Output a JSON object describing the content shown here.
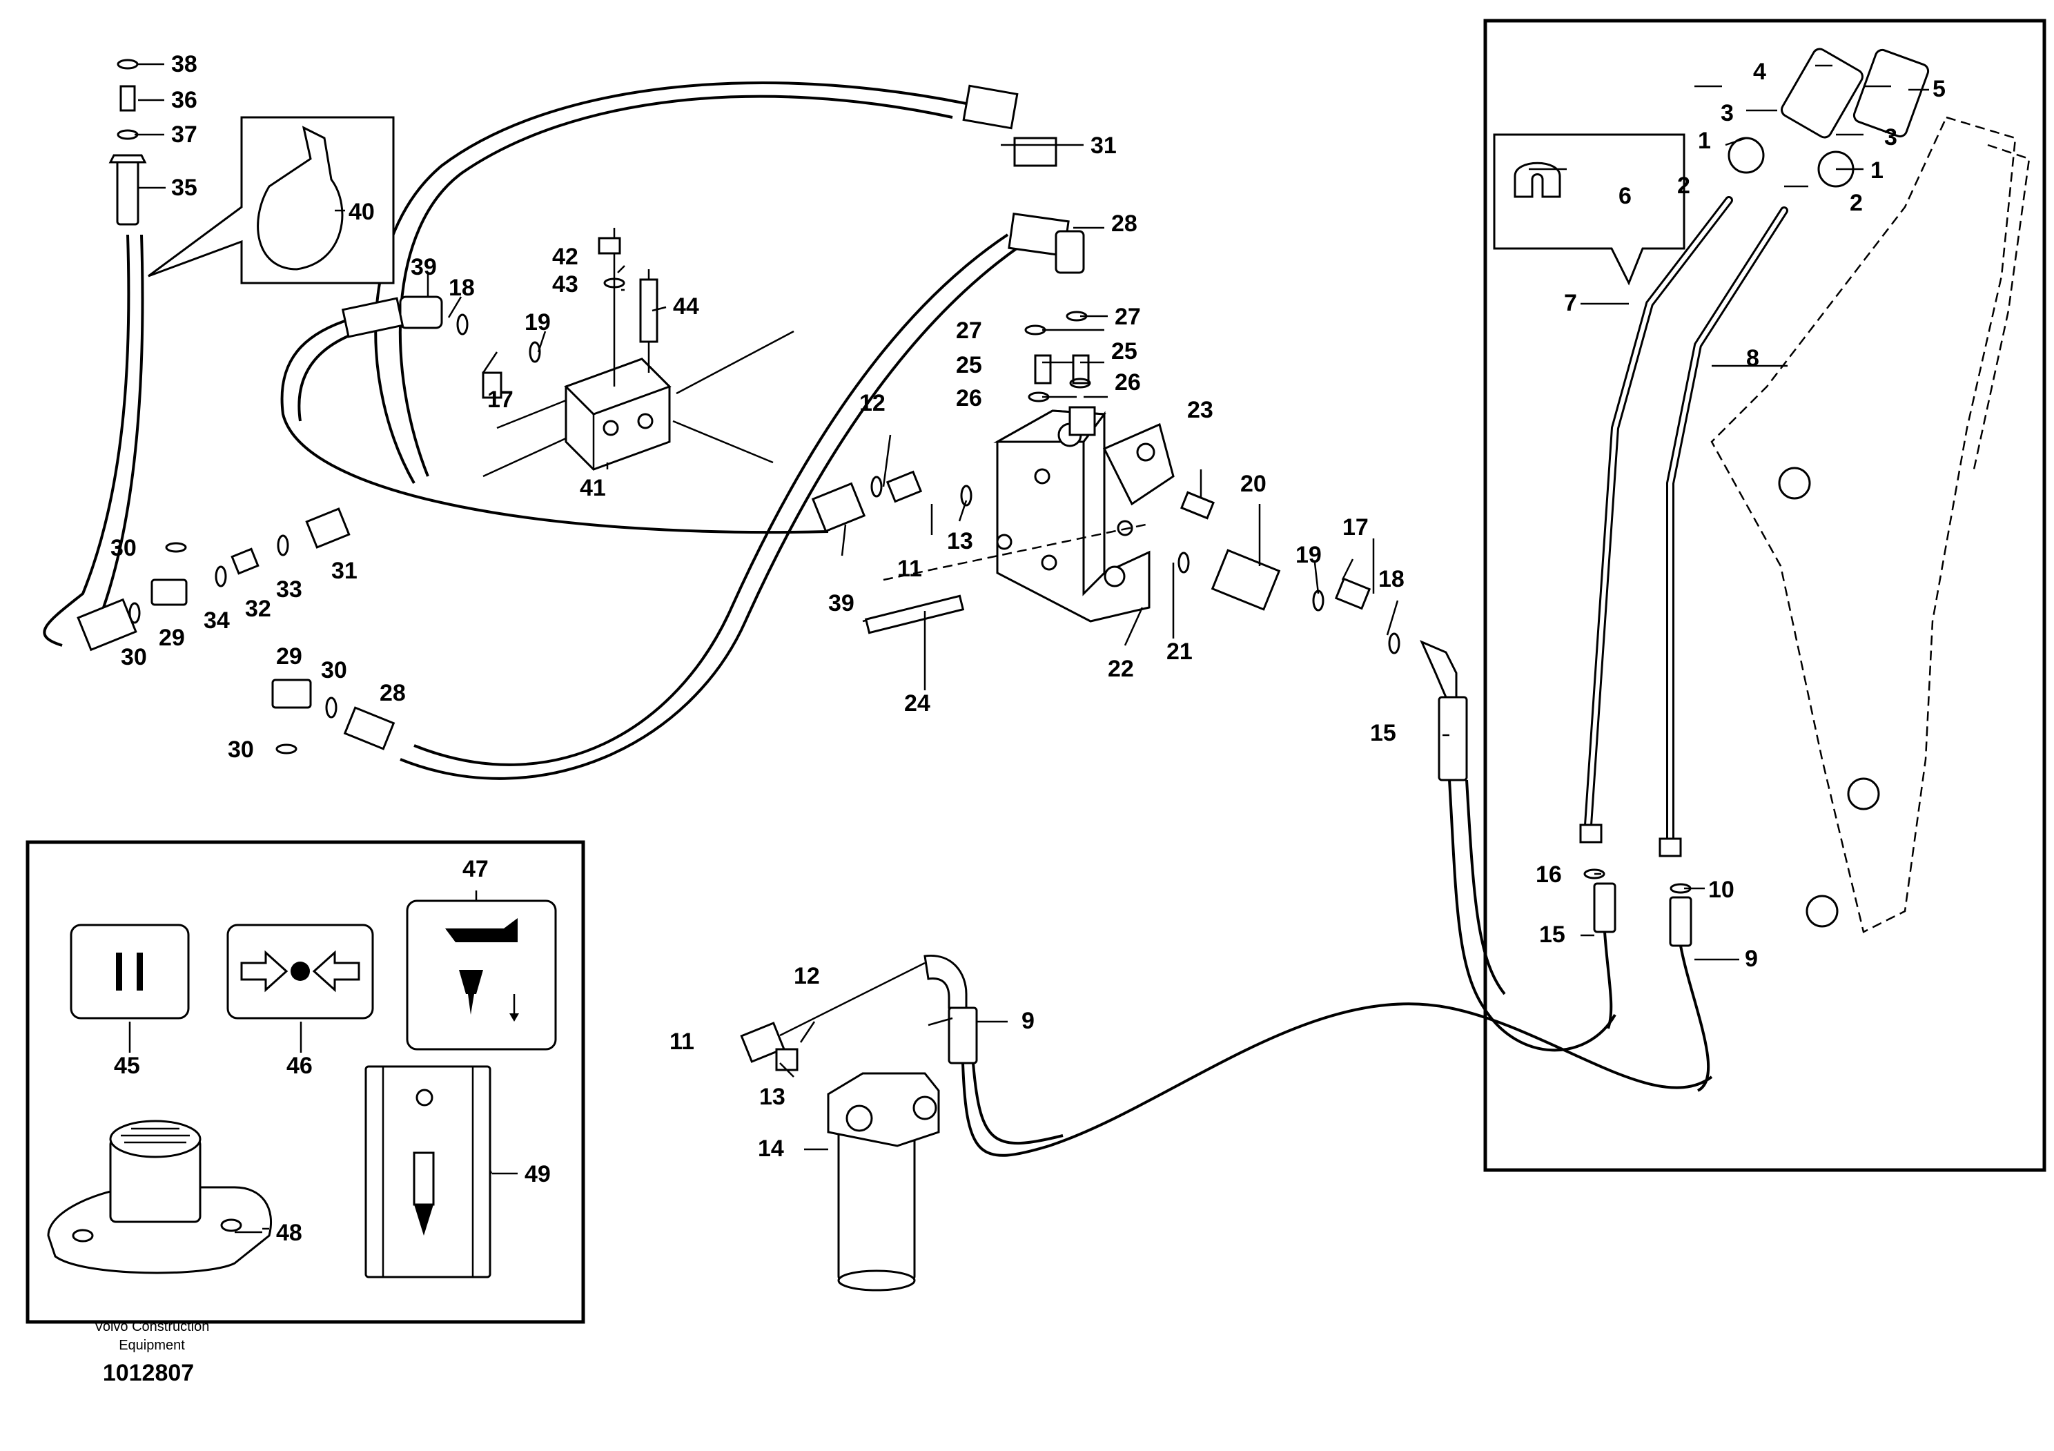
{
  "diagram": {
    "labels": [
      "1",
      "2",
      "3",
      "4",
      "5",
      "6",
      "7",
      "8",
      "9",
      "10",
      "11",
      "12",
      "13",
      "14",
      "15",
      "16",
      "17",
      "18",
      "19",
      "20",
      "21",
      "22",
      "23",
      "24",
      "25",
      "26",
      "27",
      "28",
      "29",
      "30",
      "31",
      "32",
      "33",
      "34",
      "35",
      "36",
      "37",
      "38",
      "39",
      "40",
      "41",
      "42",
      "43",
      "44",
      "45",
      "46",
      "47",
      "48",
      "49"
    ],
    "footer": {
      "company_line1": "Volvo Construction",
      "company_line2": "Equipment",
      "drawing_number": "1012807"
    },
    "icons": {
      "pause": "pause-symbol-icon",
      "converge": "converging-arrows-icon",
      "pedal": "foot-pedal-icon",
      "breaker": "hydraulic-breaker-icon"
    }
  }
}
